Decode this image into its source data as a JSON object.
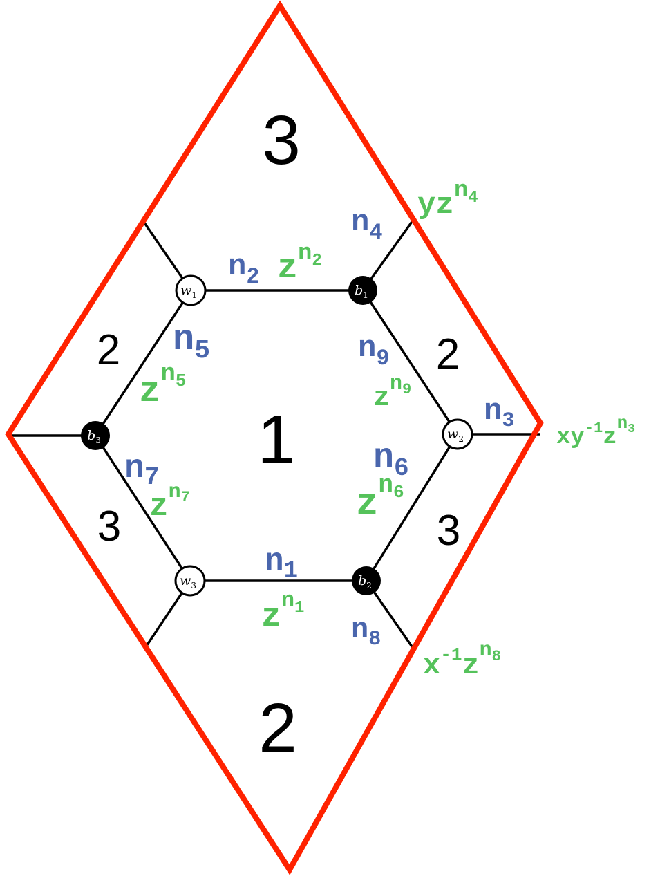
{
  "colors": {
    "boundary": "#ff2200",
    "edge": "#000000",
    "edge_label": "#4a66ad",
    "weight_label": "#55c25b"
  },
  "faces": {
    "top": "3",
    "center": "1",
    "left_upper": "2",
    "left_lower": "3",
    "right_upper": "2",
    "right_lower": "3",
    "bottom": "2"
  },
  "nodes": {
    "w1": {
      "base": "w",
      "sub": "1"
    },
    "w2": {
      "base": "w",
      "sub": "2"
    },
    "w3": {
      "base": "w",
      "sub": "3"
    },
    "b1": {
      "base": "b",
      "sub": "1"
    },
    "b2": {
      "base": "b",
      "sub": "2"
    },
    "b3": {
      "base": "b",
      "sub": "3"
    }
  },
  "edges": {
    "e1": {
      "n_base": "n",
      "n_sub": "1",
      "w_base": "z",
      "w_sup_base": "n",
      "w_sup_sub": "1"
    },
    "e2": {
      "n_base": "n",
      "n_sub": "2",
      "w_base": "z",
      "w_sup_base": "n",
      "w_sup_sub": "2"
    },
    "e3": {
      "n_base": "n",
      "n_sub": "3",
      "w_base": "xy",
      "w_base_exp": "-1",
      "w_base_tail": "z",
      "w_sup_base": "n",
      "w_sup_sub": "3"
    },
    "e4": {
      "n_base": "n",
      "n_sub": "4",
      "w_base": "yz",
      "w_sup_base": "n",
      "w_sup_sub": "4"
    },
    "e5": {
      "n_base": "n",
      "n_sub": "5",
      "w_base": "z",
      "w_sup_base": "n",
      "w_sup_sub": "5"
    },
    "e6": {
      "n_base": "n",
      "n_sub": "6",
      "w_base": "z",
      "w_sup_base": "n",
      "w_sup_sub": "6"
    },
    "e7": {
      "n_base": "n",
      "n_sub": "7",
      "w_base": "z",
      "w_sup_base": "n",
      "w_sup_sub": "7"
    },
    "e8": {
      "n_base": "n",
      "n_sub": "8",
      "w_base": "x",
      "w_base_exp": "-1",
      "w_base_tail": "z",
      "w_sup_base": "n",
      "w_sup_sub": "8"
    },
    "e9": {
      "n_base": "n",
      "n_sub": "9",
      "w_base": "z",
      "w_sup_base": "n",
      "w_sup_sub": "9"
    }
  }
}
